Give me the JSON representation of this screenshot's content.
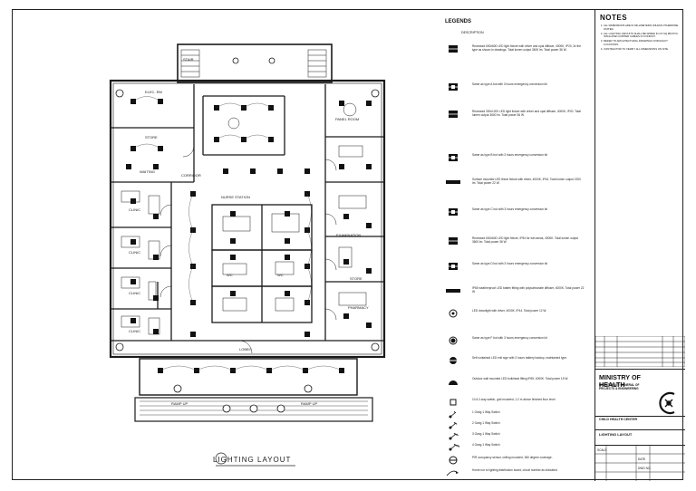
{
  "legend": {
    "title": "LEGENDS",
    "header": "DESCRIPTION",
    "items": [
      {
        "icon": "light-fixture-600",
        "text": "Recessed 600x600 LED light fixture with driver and opal diffuser, 4000K, IP20, 3x the type as shown in drawings. Total lumen output 3600 lm. Total power 36 W."
      },
      {
        "icon": "light-fixture-emergency",
        "text": "Same as type A but with 3 hours emergency conversion kit"
      },
      {
        "icon": "light-fixture-300",
        "text": "Recessed 300x1200 LED light fixture with driver and opal diffuser, 4000K, IP20. Total lumen output 3600 lm. Total power 36 W."
      },
      {
        "icon": "light-fixture-emergency",
        "text": "Same as type B but with 3 hours emergency conversion kit"
      },
      {
        "icon": "linear-fixture",
        "text": "Surface mounted LED linear fixture with driver, 4000K, IP44. Total lumen output 2200 lm. Total power 22 W."
      },
      {
        "icon": "light-fixture-emergency",
        "text": "Same as type C but with 3 hours emergency conversion kit"
      },
      {
        "icon": "light-fixture-600",
        "text": "Recessed 600x600 LED light fixture, IP54 for wet areas, 4000K. Total lumen output 3600 lm. Total power 36 W."
      },
      {
        "icon": "light-fixture-emergency",
        "text": "Same as type D but with 3 hours emergency conversion kit"
      },
      {
        "icon": "linear-fixture",
        "text": "IP65 weatherproof LED batten fitting with polycarbonate diffuser, 4000K. Total power 22 W."
      },
      {
        "icon": "downlight",
        "text": "LED downlight with driver, 4000K, IP44. Total power 12 W."
      },
      {
        "icon": "downlight-emergency",
        "text": "Same as type F but with 3 hours emergency conversion kit"
      },
      {
        "icon": "exit-sign",
        "text": "Self contained LED exit sign with 3 hours battery backup, maintained type."
      },
      {
        "icon": "wall-light",
        "text": "Outdoor wall mounted LED bulkhead fitting IP65, 4000K. Total power 15 W."
      },
      {
        "icon": "switch-2way",
        "text": "10 A 2-way switch, grid mounted, 1.2 m above finished floor level."
      },
      {
        "icon": "switch-1",
        "text": "1 Gang 1 Way Switch"
      },
      {
        "icon": "switch-2",
        "text": "2 Gang 1 Way Switch"
      },
      {
        "icon": "switch-3",
        "text": "3 Gang 1 Way Switch"
      },
      {
        "icon": "switch-4",
        "text": "4 Gang 1 Way Switch"
      },
      {
        "icon": "sensor",
        "text": "PIR occupancy sensor, ceiling mounted, 360 degree coverage."
      },
      {
        "icon": "home-run",
        "text": "Home run to lighting distribution board, circuit number as indicated."
      }
    ]
  },
  "notes": {
    "title": "NOTES",
    "items": [
      "ALL DIMENSIONS ARE IN MILLIMETERS UNLESS OTHERWISE STATED.",
      "ALL LIGHTING CIRCUITS SHALL BE WIRED IN 2.5 SQ.MM PVC INSULATED COPPER CABLES IN CONDUIT.",
      "REFER TO ARCHITECTURAL DRAWINGS FOR EXACT LOCATIONS.",
      "CONTRACTOR TO VERIFY ALL DIMENSIONS ON SITE."
    ]
  },
  "title_block": {
    "ministry": "MINISTRY OF HEALTH",
    "department": "DIRECTORATE GENERAL OF PROJECTS & ENGINEERING",
    "project": "CHILD HEALTH CENTER",
    "drawing_title": "LIGHTING LAYOUT",
    "scale_label": "SCALE",
    "date_label": "DATE",
    "drawing_no_label": "DWG NO."
  },
  "plan": {
    "title": "LIGHTING LAYOUT",
    "rooms": [
      "STAIR",
      "ELEC. RM",
      "STORE",
      "WAITING",
      "CORRIDOR",
      "CLINIC",
      "CLINIC",
      "CLINIC",
      "CLINIC",
      "NURSE STATION",
      "EXAMINATION",
      "STORE",
      "PHARMACY",
      "LOBBY",
      "RAMP UP",
      "RAMP UP",
      "WC",
      "WC",
      "PANEL ROOM"
    ]
  }
}
